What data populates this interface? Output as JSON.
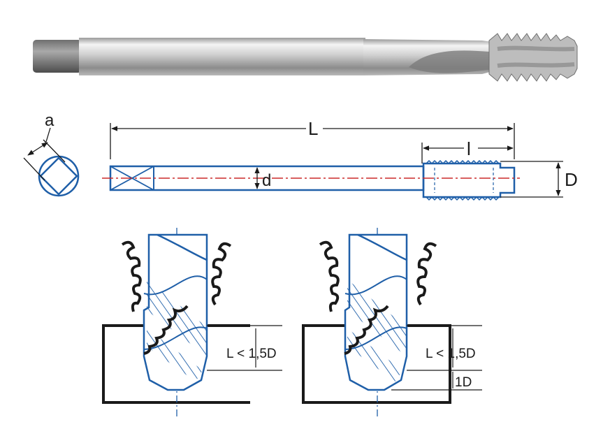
{
  "labels": {
    "a": "a",
    "L": "L",
    "l": "l",
    "d": "d",
    "D": "D",
    "depth_left": "L < 1,5D",
    "depth_right": "L < 1,5D",
    "one_d": "1D"
  },
  "colors": {
    "outline_blue": "#1f5fa8",
    "centerline_red": "#cc2a2a",
    "line_black": "#1a1a1a",
    "steel_light": "#dcdcdc",
    "steel_dark": "#5a5a5a"
  }
}
